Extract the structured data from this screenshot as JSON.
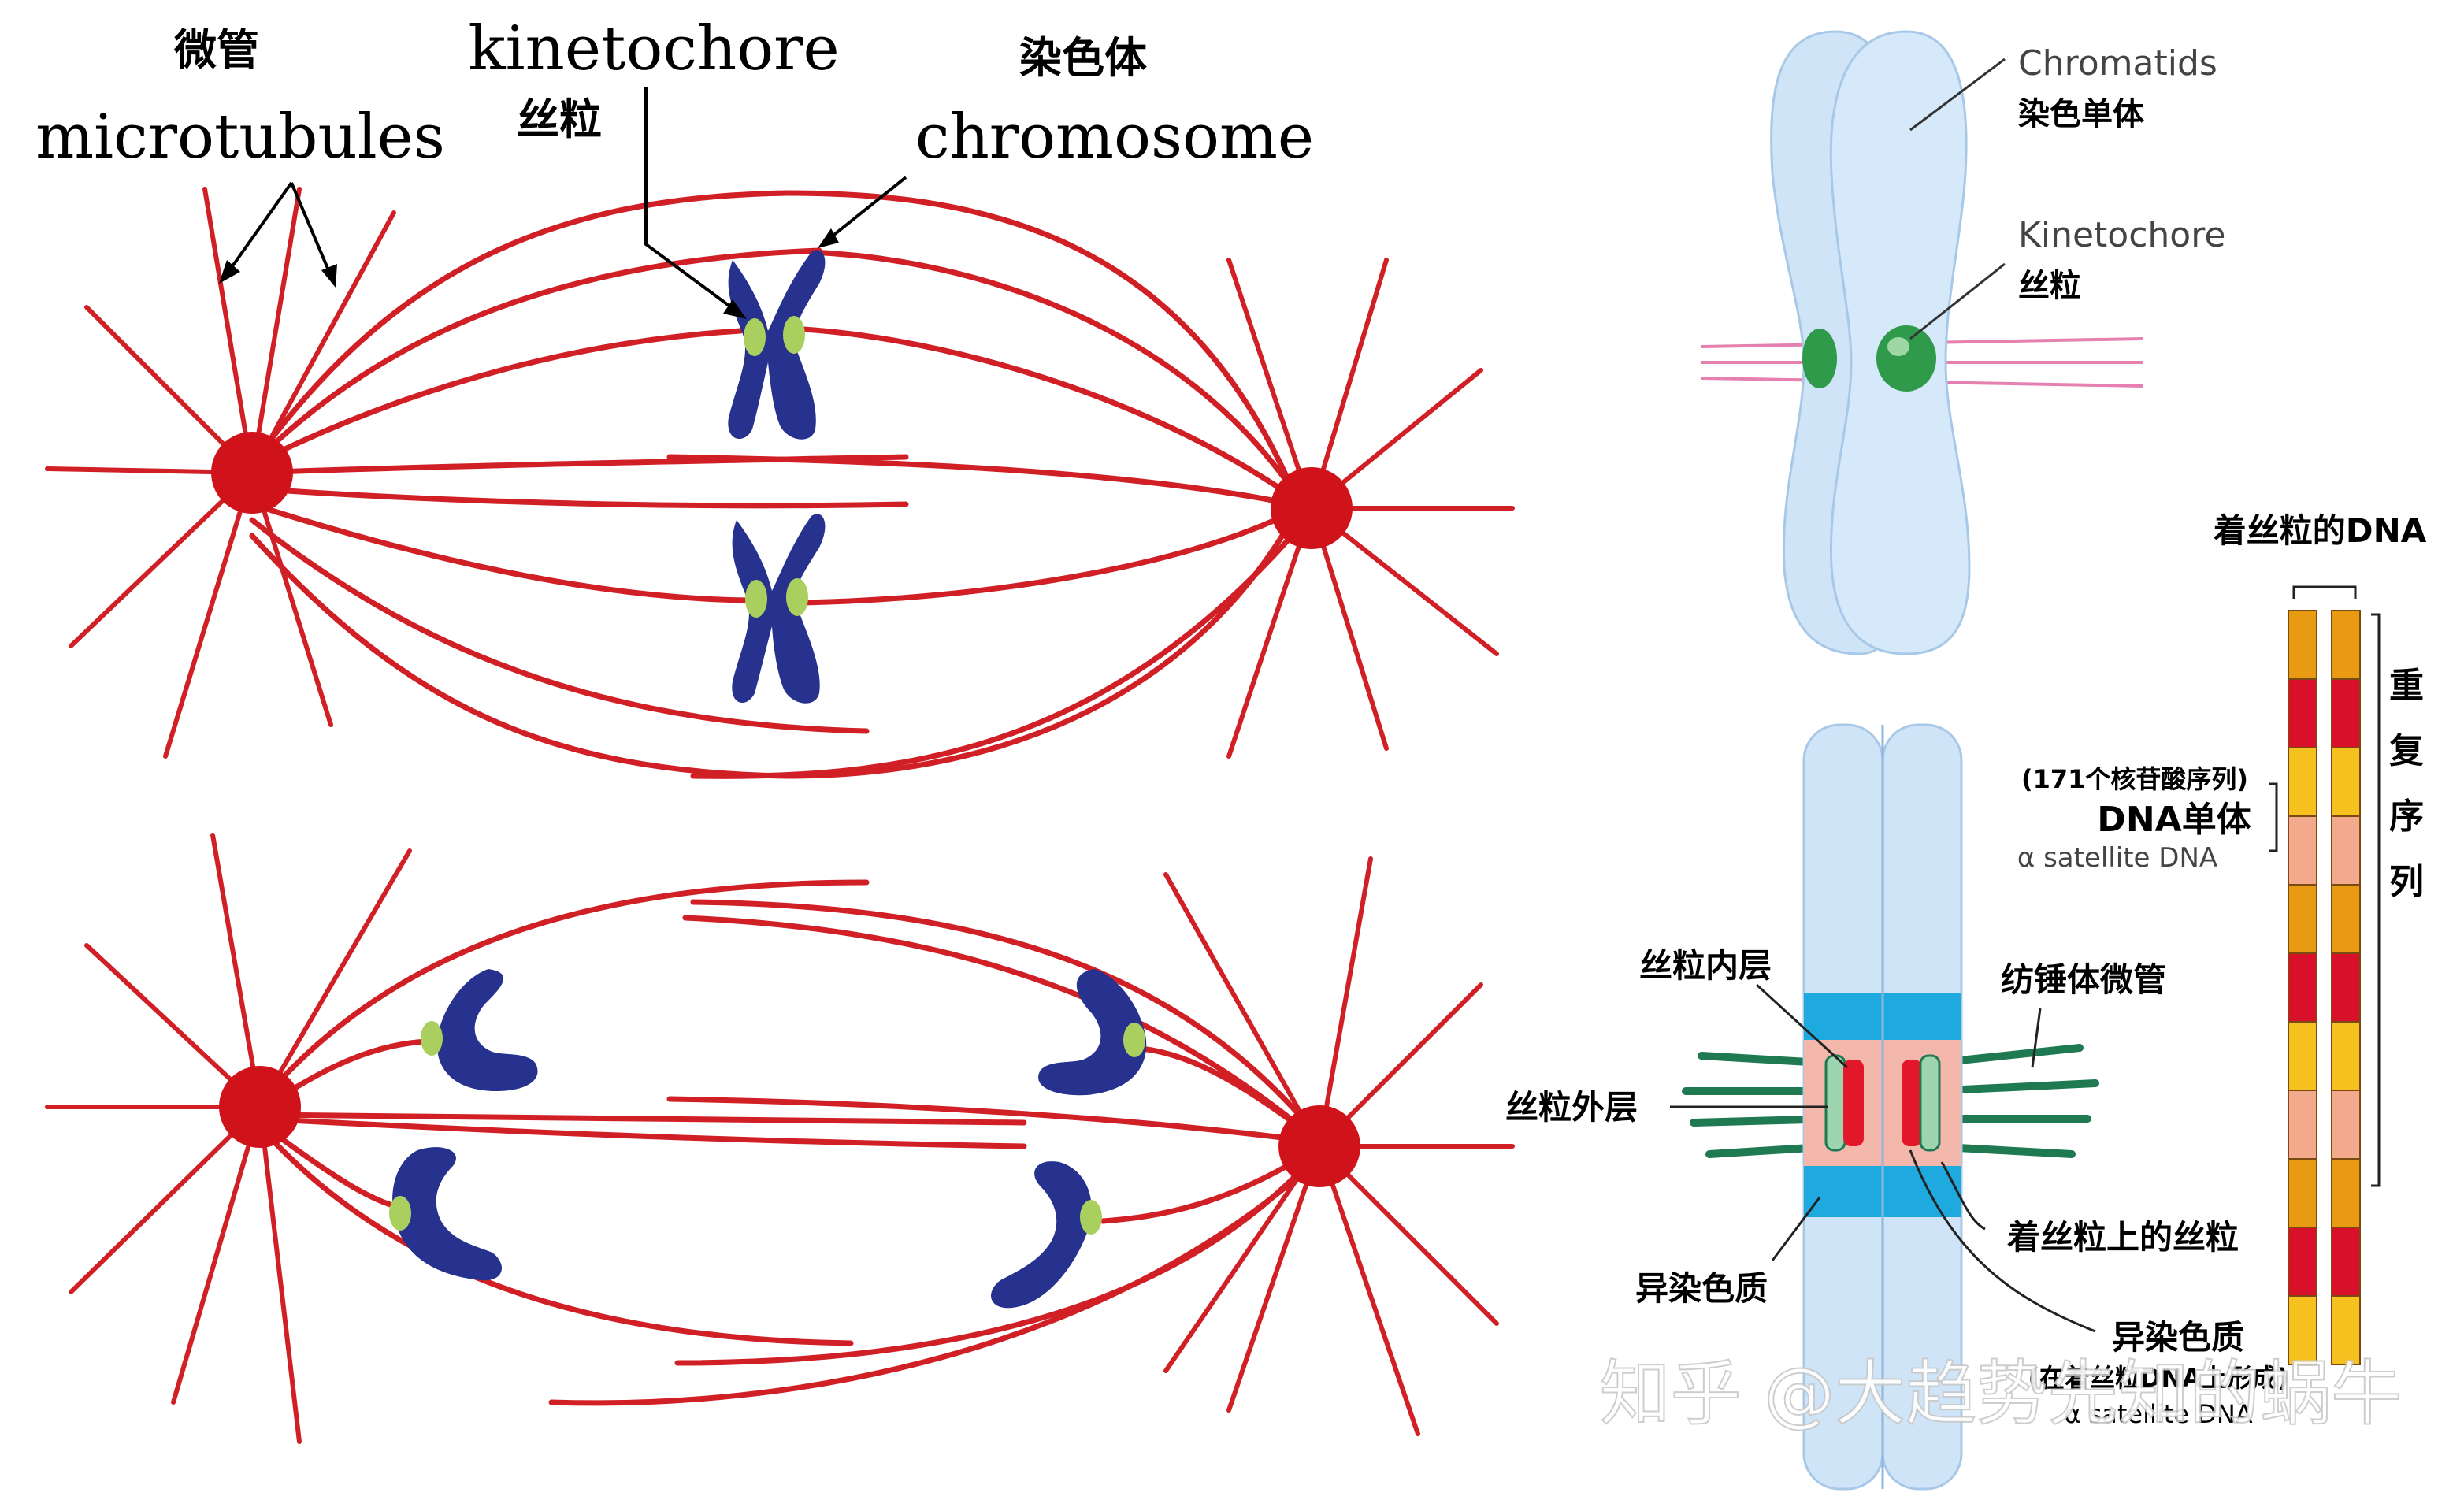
{
  "spindle_diagram": {
    "microtubules_cn": "微管",
    "microtubules_en": "microtubules",
    "kinetochore_en": "kinetochore",
    "kinetochore_cn": "丝粒",
    "chromosome_cn": "染色体",
    "chromosome_en": "chromosome"
  },
  "chromatid_diagram": {
    "chromatids_en": "Chromatids",
    "chromatids_cn": "染色单体",
    "kinetochore_en": "Kinetochore",
    "kinetochore_cn": "丝粒"
  },
  "dna_diagram": {
    "title": "着丝粒的DNA",
    "repeat_label": [
      "重",
      "复",
      "序",
      "列"
    ],
    "monomer_note": "(171个核苷酸序列)",
    "monomer_label": "DNA单体",
    "satellite_label": "α satellite DNA"
  },
  "centromere_diagram": {
    "inner_layer": "丝粒内层",
    "outer_layer": "丝粒外层",
    "heterochromatin_left": "异染色质",
    "spindle_mt": "纺锤体微管",
    "centromere_kinetochore": "着丝粒上的丝粒",
    "heterochromatin_right": "异染色质",
    "heterochromatin_note": "(在着丝粒DNA上形成)",
    "satellite_note": "α satellite DNA"
  },
  "watermark": "知乎 @大趋势先知的蜗牛",
  "colors": {
    "microtubule": "#d11f26",
    "centrosome": "#d0131a",
    "chromosome": "#27328f",
    "kinetochore_dot": "#a9cf5e",
    "chromatid_fill": "#cfe4f7",
    "kinetochore_green": "#2f9a4a",
    "spindle_pink": "#e680b0",
    "band_blue": "#1ea9df",
    "inner_red": "#e3172a",
    "outer_green": "#1f7a52",
    "pink_core": "#f3b7ac",
    "dna_red": "#d8102a",
    "dna_orange": "#e89a12",
    "dna_yellow": "#f6c11f",
    "dna_salmon": "#f3a98b"
  }
}
